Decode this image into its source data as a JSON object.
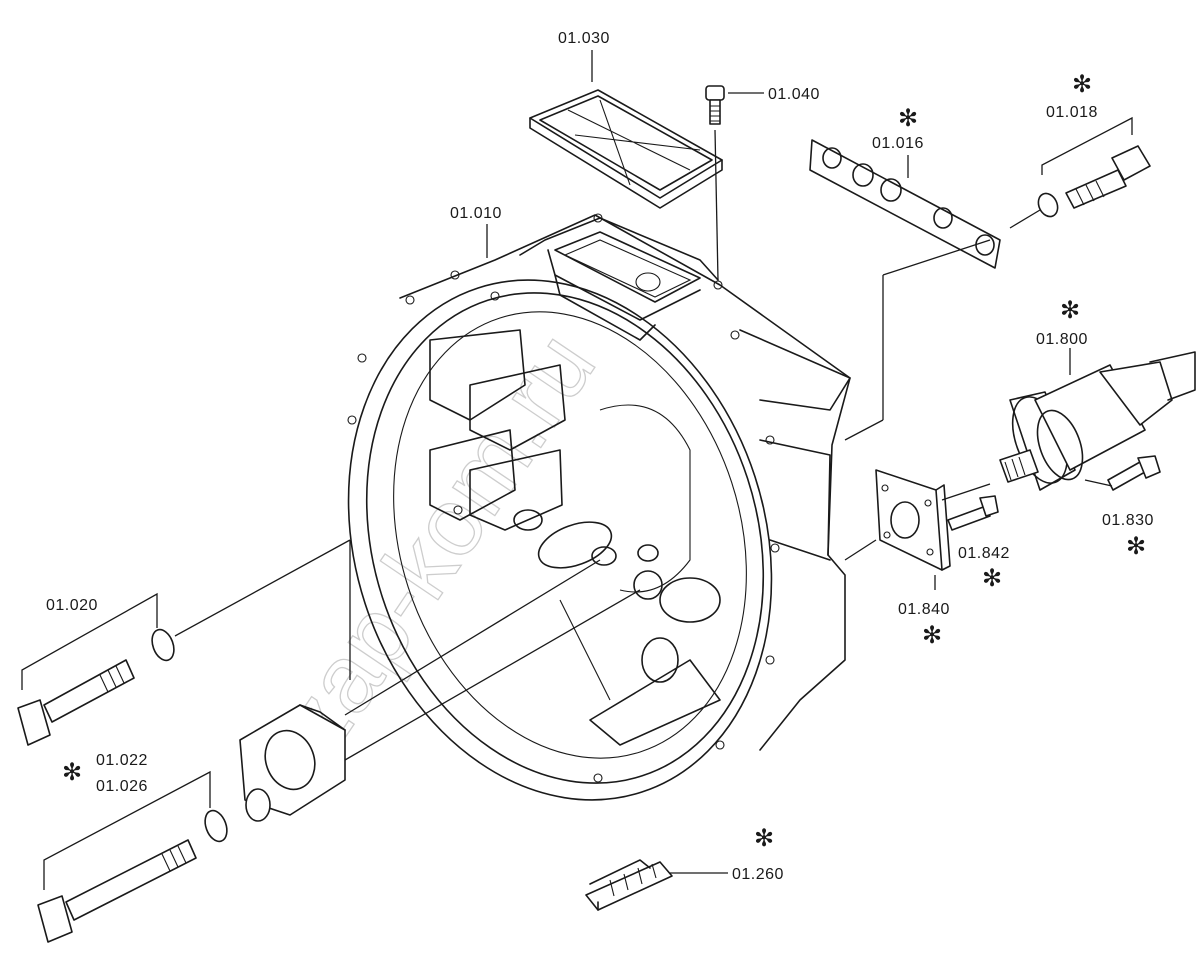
{
  "watermark": "zap-kom.ru",
  "marker_symbol": "✻",
  "parts": {
    "p01_010": {
      "number": "01.010",
      "starred": false,
      "name": "clutch-housing"
    },
    "p01_016": {
      "number": "01.016",
      "starred": true,
      "name": "gasket"
    },
    "p01_018": {
      "number": "01.018",
      "starred": true,
      "name": "bolt-with-washer"
    },
    "p01_020": {
      "number": "01.020",
      "starred": false,
      "name": "bolt-with-washer"
    },
    "p01_022": {
      "number": "01.022",
      "starred": true,
      "name": "long-bolt"
    },
    "p01_026": {
      "number": "01.026",
      "starred": false,
      "name": "washer"
    },
    "p01_030": {
      "number": "01.030",
      "starred": false,
      "name": "cover-plate"
    },
    "p01_040": {
      "number": "01.040",
      "starred": false,
      "name": "screw"
    },
    "p01_260": {
      "number": "01.260",
      "starred": true,
      "name": "clip"
    },
    "p01_800": {
      "number": "01.800",
      "starred": true,
      "name": "solenoid-valve"
    },
    "p01_830": {
      "number": "01.830",
      "starred": true,
      "name": "screw"
    },
    "p01_840": {
      "number": "01.840",
      "starred": true,
      "name": "flange-plate"
    },
    "p01_842": {
      "number": "01.842",
      "starred": true,
      "name": "screw"
    }
  }
}
